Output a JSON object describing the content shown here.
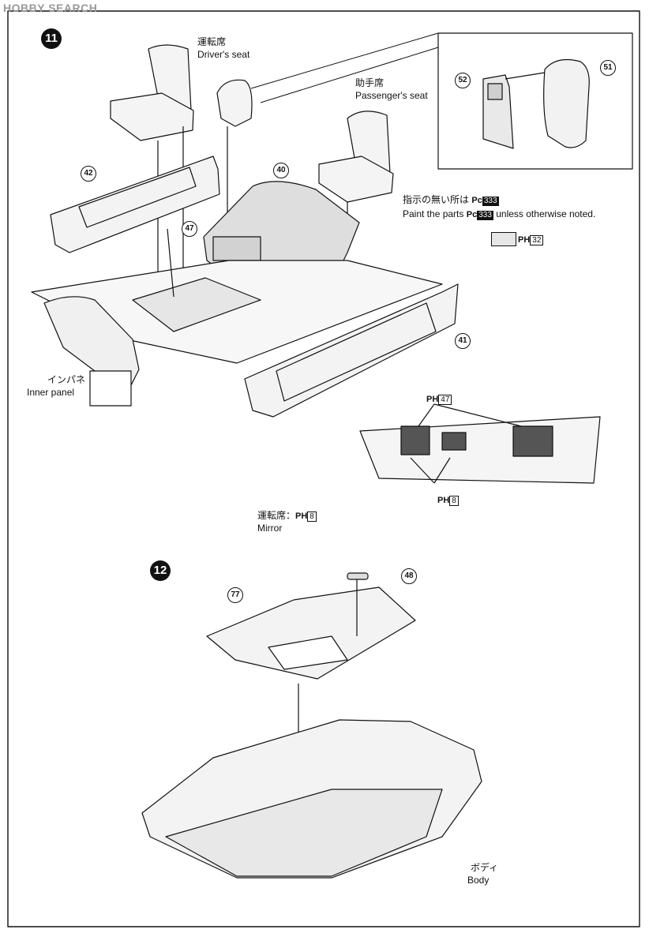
{
  "watermark": "HOBBY SEARCH",
  "steps": {
    "step11": "11",
    "step12": "12"
  },
  "labels": {
    "driver_seat_jp": "運転席",
    "driver_seat_en": "Driver's seat",
    "passenger_seat_jp": "助手席",
    "passenger_seat_en": "Passenger's seat",
    "inner_panel_jp": "インパネ",
    "inner_panel_en": "Inner panel",
    "mirror_jp": "運転席：",
    "mirror_en": "Mirror",
    "body_jp": "ボディ",
    "body_en": "Body"
  },
  "parts": {
    "p40": "40",
    "p41": "41",
    "p42": "42",
    "p47": "47",
    "p48": "48",
    "p51": "51",
    "p52": "52",
    "p77": "77"
  },
  "paint_note": {
    "jp_prefix": "指示の無い所は",
    "en_prefix": "Paint the parts",
    "en_suffix": "unless otherwise noted.",
    "code_pc": "Pc",
    "code_333": "333"
  },
  "paint_codes": {
    "ph": "PH",
    "swatch_code": "32",
    "door_top_code": "47",
    "door_bottom_code": "8",
    "mirror_code": "8"
  }
}
